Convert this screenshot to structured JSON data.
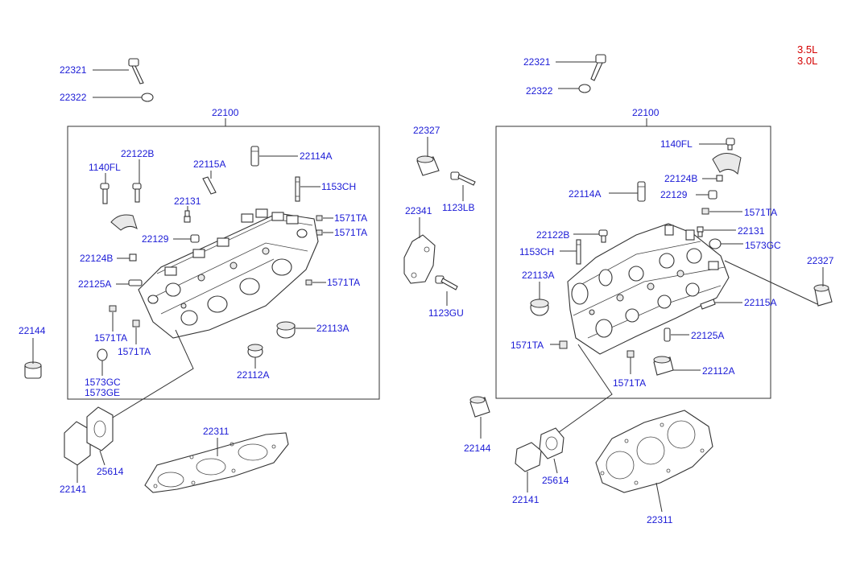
{
  "engine_labels": [
    "3.5L",
    "3.0L"
  ],
  "left_assembly": {
    "part_22321": "22321",
    "part_22322": "22322",
    "part_22100": "22100",
    "part_22122B": "22122B",
    "part_1140FL": "1140FL",
    "part_22115A": "22115A",
    "part_22114A": "22114A",
    "part_22131": "22131",
    "part_1153CH": "1153CH",
    "part_1571TA_a": "1571TA",
    "part_1571TA_b": "1571TA",
    "part_22129": "22129",
    "part_22124B": "22124B",
    "part_22125A": "22125A",
    "part_1571TA_c": "1571TA",
    "part_1571TA_d": "1571TA",
    "part_1571TA_e": "1571TA",
    "part_22113A": "22113A",
    "part_22112A": "22112A",
    "part_1573GC": "1573GC",
    "part_1573GE": "1573GE",
    "part_22144": "22144",
    "part_22141": "22141",
    "part_25614": "25614",
    "part_22311": "22311"
  },
  "center_parts": {
    "part_22327": "22327",
    "part_1123LB": "1123LB",
    "part_22341": "22341",
    "part_1123GU": "1123GU"
  },
  "right_assembly": {
    "part_22321": "22321",
    "part_22322": "22322",
    "part_22100": "22100",
    "part_1140FL": "1140FL",
    "part_22124B": "22124B",
    "part_22114A": "22114A",
    "part_22129": "22129",
    "part_1571TA_a": "1571TA",
    "part_22131": "22131",
    "part_22122B": "22122B",
    "part_1573GC": "1573GC",
    "part_1153CH": "1153CH",
    "part_22327": "22327",
    "part_22113A": "22113A",
    "part_22115A": "22115A",
    "part_22125A": "22125A",
    "part_1571TA_b": "1571TA",
    "part_22112A": "22112A",
    "part_1571TA_c": "1571TA",
    "part_22144": "22144",
    "part_22141": "22141",
    "part_25614": "25614",
    "part_22311": "22311"
  }
}
